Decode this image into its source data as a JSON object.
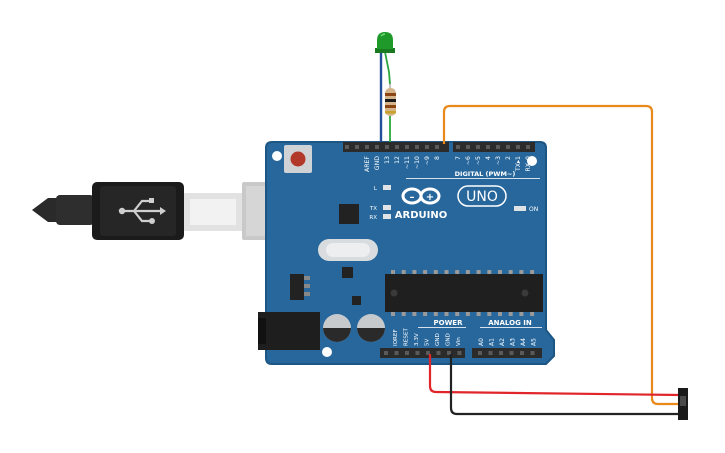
{
  "board": {
    "logo_text": "ARDUINO",
    "model": "UNO",
    "digital_header": "DIGITAL (PWM~)",
    "power_header": "POWER",
    "analog_header": "ANALOG IN",
    "on_label": "ON",
    "led_labels": {
      "l": "L",
      "tx": "TX",
      "rx": "RX"
    },
    "top_pins": [
      "AREF",
      "GND",
      "13",
      "12",
      "~11",
      "~10",
      "~9",
      "8",
      "7",
      "~6",
      "~5",
      "4",
      "~3",
      "2",
      "TX▸1",
      "RX◂0"
    ],
    "power_pins": [
      "IOREF",
      "RESET",
      "3.3V",
      "5V",
      "GND",
      "GND",
      "Vin"
    ],
    "analog_pins": [
      "A0",
      "A1",
      "A2",
      "A3",
      "A4",
      "A5"
    ]
  },
  "components": {
    "led": {
      "color": "#1f9a2a",
      "label": "green-led"
    },
    "resistor": {
      "bands": [
        "#8b4513",
        "#1a1a1a",
        "#8b4513",
        "#c9a227"
      ]
    },
    "wires": {
      "signal": "#e8891a",
      "power": "#e0262a",
      "ground": "#222222"
    }
  },
  "colors": {
    "board": "#27679c",
    "board_edge": "#1d5684",
    "header": "#2b2b2b"
  }
}
